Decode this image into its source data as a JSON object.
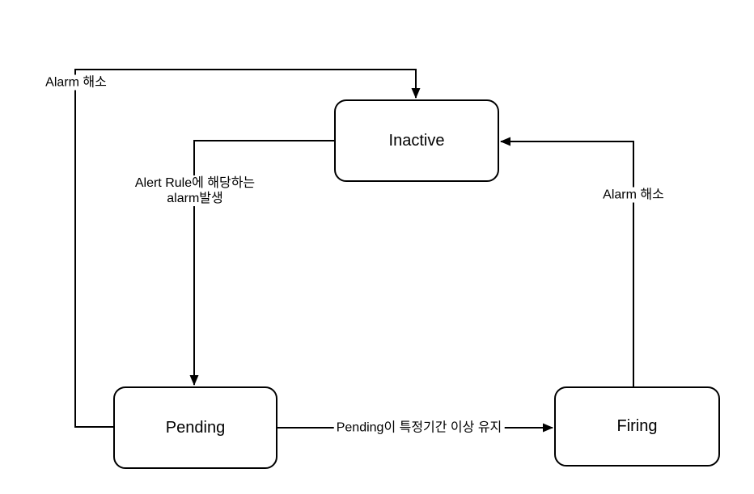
{
  "diagram": {
    "background_color": "#ffffff",
    "stroke_color": "#000000",
    "states": [
      {
        "id": "inactive",
        "label": "Inactive"
      },
      {
        "id": "pending",
        "label": "Pending"
      },
      {
        "id": "firing",
        "label": "Firing"
      }
    ],
    "edges": [
      {
        "from": "Pending",
        "to": "Inactive",
        "label": "Alarm 해소"
      },
      {
        "from": "Inactive",
        "to": "Pending",
        "label": "Alert Rule에 해당하는\nalarm발생"
      },
      {
        "from": "Pending",
        "to": "Firing",
        "label": "Pending이 특정기간 이상 유지"
      },
      {
        "from": "Firing",
        "to": "Inactive",
        "label": "Alarm 해소"
      }
    ]
  }
}
